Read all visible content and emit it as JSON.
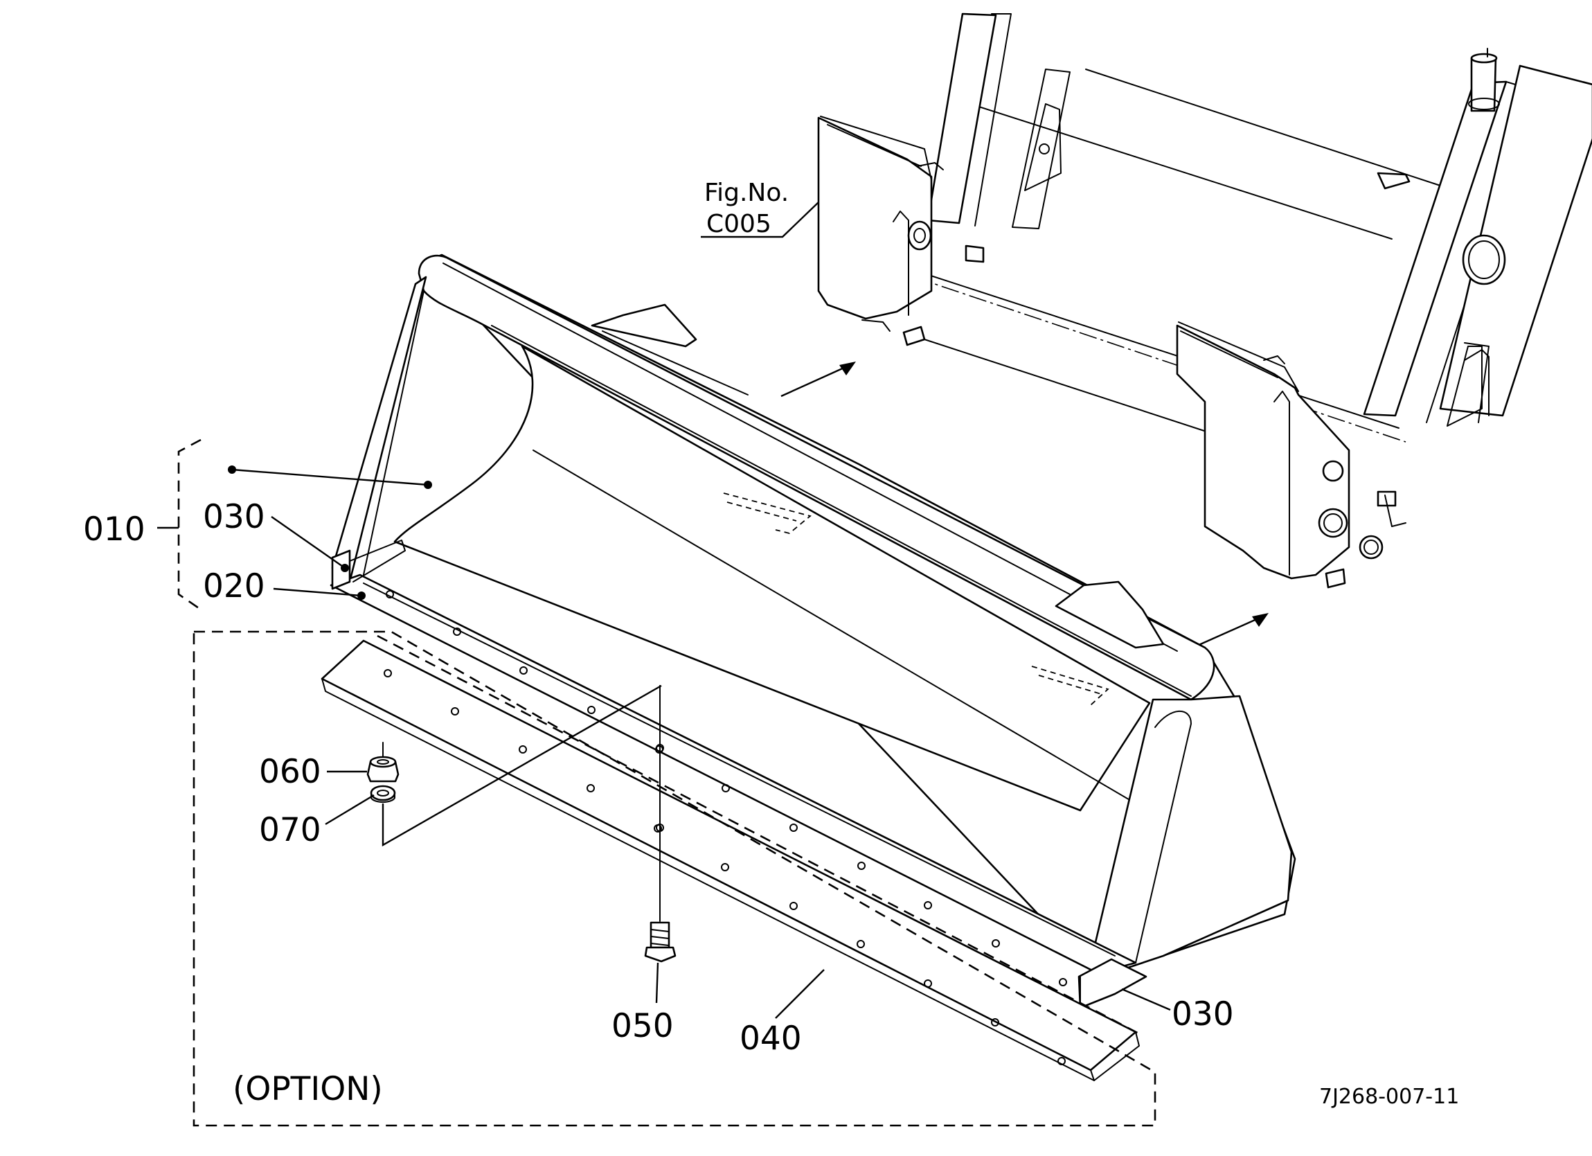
{
  "figure_ref": {
    "line1": "Fig.No.",
    "line2": "C005"
  },
  "callouts": {
    "p010": "010",
    "p020": "020",
    "p030_left": "030",
    "p030_right": "030",
    "p040": "040",
    "p050": "050",
    "p060": "060",
    "p070": "070"
  },
  "option_label": "(OPTION)",
  "drawing_code": "7J268-007-11"
}
